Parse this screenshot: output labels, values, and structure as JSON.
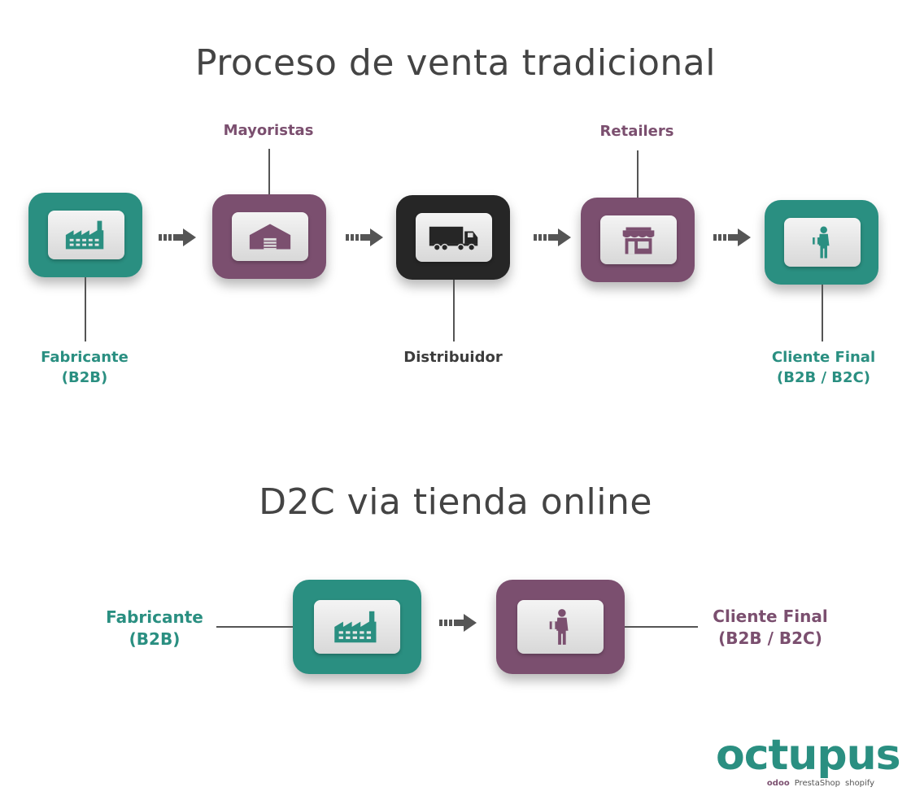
{
  "titles": {
    "traditional": "Proceso de venta tradicional",
    "d2c": "D2C via tienda online"
  },
  "traditional": {
    "nodes": [
      {
        "id": "fabricante",
        "icon": "factory-icon",
        "color": "#2a8f81"
      },
      {
        "id": "mayoristas",
        "icon": "warehouse-icon",
        "color": "#7b4f6f"
      },
      {
        "id": "distribuidor",
        "icon": "truck-icon",
        "color": "#262626"
      },
      {
        "id": "retailers",
        "icon": "store-icon",
        "color": "#7b4f6f"
      },
      {
        "id": "cliente",
        "icon": "delivery-person-icon",
        "color": "#2a8f81"
      }
    ],
    "labels": {
      "fabricante_line1": "Fabricante",
      "fabricante_line2": "(B2B)",
      "mayoristas": "Mayoristas",
      "distribuidor": "Distribuidor",
      "retailers": "Retailers",
      "cliente_line1": "Cliente Final",
      "cliente_line2": "(B2B / B2C)"
    }
  },
  "d2c": {
    "nodes": [
      {
        "id": "fabricante",
        "icon": "factory-icon",
        "color": "#2a8f81"
      },
      {
        "id": "cliente",
        "icon": "delivery-person-icon",
        "color": "#7b4f6f"
      }
    ],
    "labels": {
      "fabricante_line1": "Fabricante",
      "fabricante_line2": "(B2B)",
      "cliente_line1": "Cliente Final",
      "cliente_line2": "(B2B / B2C)"
    }
  },
  "brand": {
    "logo": "octupus",
    "partners": [
      "odoo",
      "PrestaShop",
      "shopify"
    ]
  },
  "colors": {
    "teal": "#2a8f81",
    "purple": "#7b4f6f",
    "black": "#262626",
    "text": "#444444"
  }
}
